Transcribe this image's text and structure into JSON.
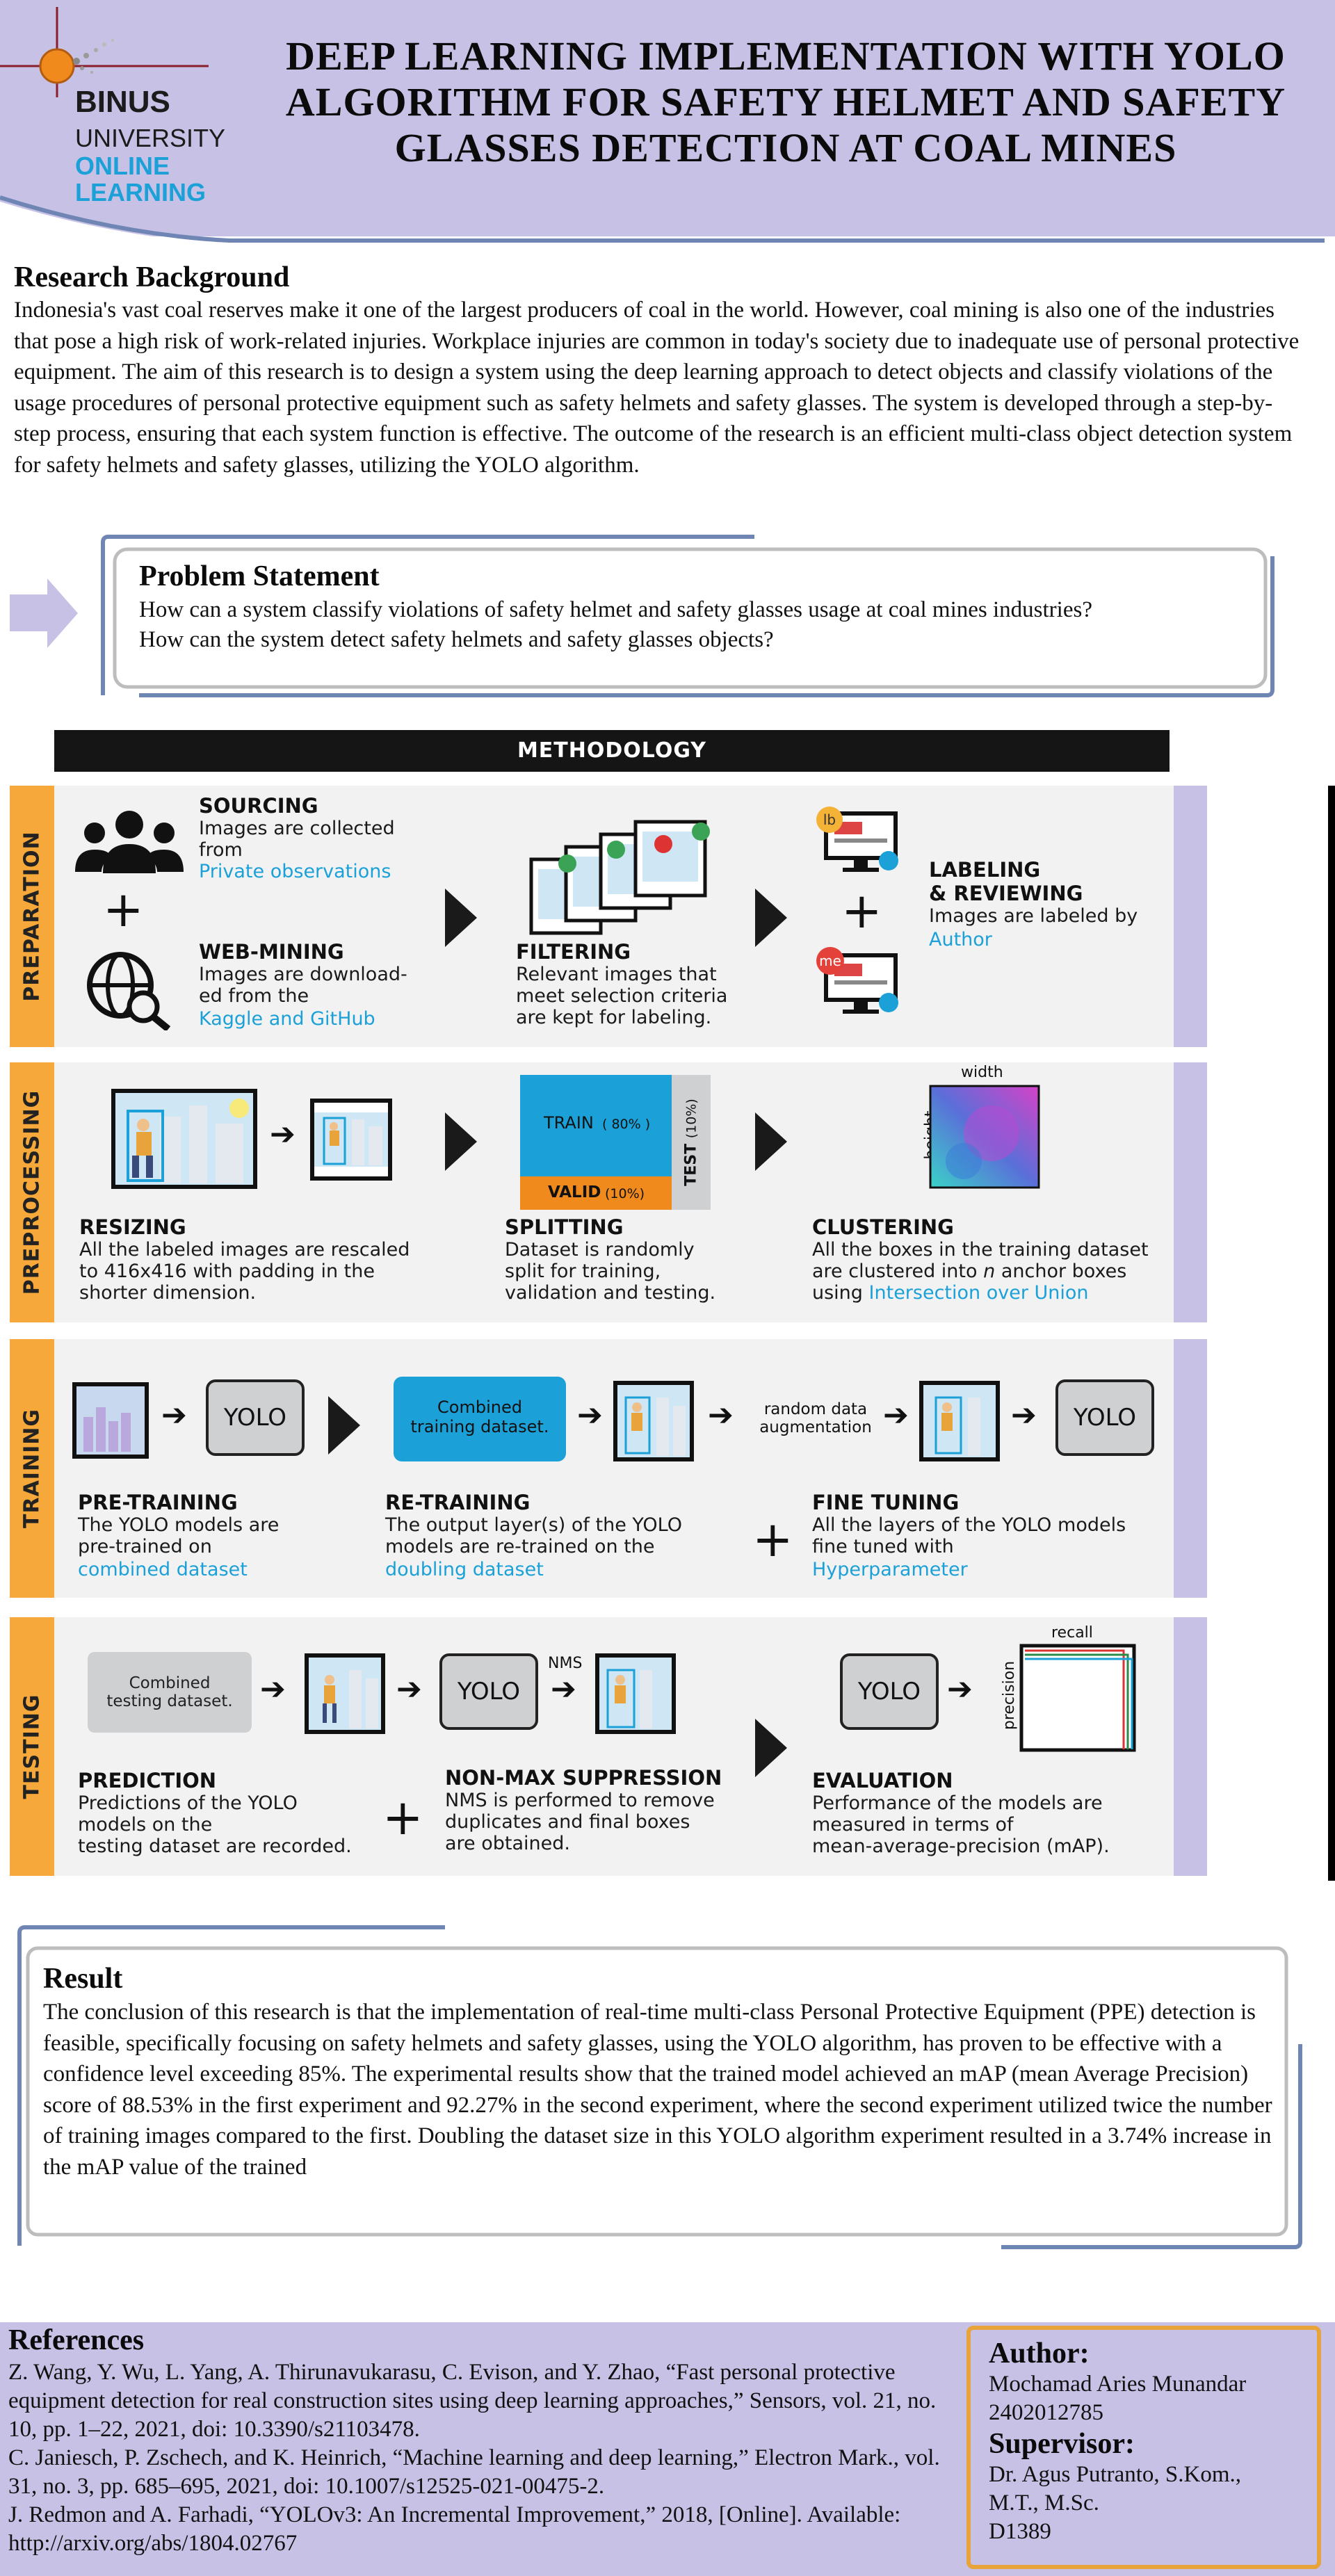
{
  "header": {
    "title_lines": [
      "DEEP LEARNING IMPLEMENTATION WITH YOLO",
      "ALGORITHM FOR SAFETY HELMET AND SAFETY",
      "GLASSES DETECTION AT COAL MINES"
    ],
    "logo": {
      "brand": "BINUS",
      "line2": "UNIVERSITY",
      "line3": "ONLINE",
      "line4": "LEARNING"
    }
  },
  "background": {
    "title": "Research Background",
    "text": "Indonesia's vast coal reserves make it one of the largest producers of coal in the world. However, coal mining is also one of the industries that pose a high risk of work-related injuries. Workplace injuries are common in today's society due to inadequate use of personal protective equipment. The aim of this research is to design a system using the deep learning approach to detect objects and classify violations of the usage procedures of personal protective equipment such as safety helmets and safety glasses. The system is developed through a step-by-step process, ensuring that each system function is effective. The outcome of the research is an efficient multi-class object detection system for safety helmets and safety glasses, utilizing the YOLO algorithm."
  },
  "problem": {
    "title": "Problem Statement",
    "lines": [
      "How can a system classify violations of safety helmet and safety glasses usage at coal mines industries?",
      "How can the system detect safety helmets and safety glasses objects?"
    ]
  },
  "methodology": {
    "heading": "METHODOLOGY",
    "preparation": {
      "tab": "PREPARATION",
      "sourcing_title": "SOURCING",
      "sourcing_desc1": "Images are collected",
      "sourcing_desc2": "from",
      "sourcing_link": "Private observations",
      "webmining_title": "WEB-MINING",
      "webmining_desc1": "Images are download-",
      "webmining_desc2": "ed from the",
      "webmining_link": "Kaggle and GitHub",
      "filtering_title": "FILTERING",
      "filtering_desc1": "Relevant images that",
      "filtering_desc2": "meet selection criteria",
      "filtering_desc3": "are kept for labeling.",
      "labeling_title1": "LABELING",
      "labeling_title2": "& REVIEWING",
      "labeling_desc": "Images are labeled by",
      "labeling_link": "Author",
      "badge_lb": "lb",
      "badge_me": "me"
    },
    "preprocessing": {
      "tab": "PREPROCESSING",
      "resizing_title": "RESIZING",
      "resizing_desc1": "All the labeled images are rescaled",
      "resizing_desc2": "to 416x416 with padding in the",
      "resizing_desc3": "shorter dimension.",
      "split_train": "TRAIN",
      "split_train_pct": "( 80% )",
      "split_valid": "VALID",
      "split_valid_pct": "(10%)",
      "split_test": "TEST",
      "split_test_pct": "(10%)",
      "splitting_title": "SPLITTING",
      "splitting_desc1": "Dataset is randomly",
      "splitting_desc2": "split for training,",
      "splitting_desc3": "validation and testing.",
      "cluster_width": "width",
      "cluster_height": "height",
      "clustering_title": "CLUSTERING",
      "clustering_desc1": "All the boxes in the training dataset",
      "clustering_desc2a": "are clustered into",
      "clustering_n": "n",
      "clustering_desc2b": "anchor boxes",
      "clustering_desc3": "using",
      "clustering_link": "Intersection over Union"
    },
    "training": {
      "tab": "TRAINING",
      "yolo": "YOLO",
      "combined1": "Combined",
      "combined2": "training dataset.",
      "augment1": "random data",
      "augment2": "augmentation",
      "pre_title": "PRE-TRAINING",
      "pre_desc1": "The YOLO models are",
      "pre_desc2": "pre-trained on",
      "pre_link": "combined dataset",
      "re_title": "RE-TRAINING",
      "re_desc1": "The output layer(s) of the YOLO",
      "re_desc2": "models are re-trained on the",
      "re_link": "doubling dataset",
      "fine_title": "FINE TUNING",
      "fine_desc1": "All the layers of the YOLO models",
      "fine_desc2": "fine tuned with",
      "fine_link": "Hyperparameter"
    },
    "testing": {
      "tab": "TESTING",
      "combined1": "Combined",
      "combined2": "testing dataset.",
      "yolo": "YOLO",
      "nms": "NMS",
      "recall": "recall",
      "precision": "precision",
      "pred_title": "PREDICTION",
      "pred_desc1": "Predictions of the YOLO",
      "pred_desc2": "models on the",
      "pred_desc3": "testing dataset are recorded.",
      "nms_title": "NON-MAX SUPPRESSION",
      "nms_desc1": "NMS is performed to remove",
      "nms_desc2": "duplicates and final boxes",
      "nms_desc3": "are obtained.",
      "eval_title": "EVALUATION",
      "eval_desc1": "Performance of the models are",
      "eval_desc2": "measured in terms of",
      "eval_desc3": "mean-average-precision (mAP)."
    }
  },
  "result": {
    "title": "Result",
    "text": "The conclusion of this research is that the implementation of real-time multi-class Personal Protective Equipment (PPE) detection is feasible, specifically focusing on safety helmets and safety glasses, using the YOLO algorithm, has proven to be effective with a confidence level exceeding 85%. The experimental results show that the trained model achieved an mAP (mean Average Precision) score of 88.53% in the first experiment and 92.27% in the second experiment, where the second experiment utilized twice the number of training images compared to the first. Doubling the dataset size in this YOLO algorithm experiment resulted in a 3.74% increase in the mAP value of the trained"
  },
  "references": {
    "title": "References",
    "items": [
      "Z. Wang, Y. Wu, L. Yang, A. Thirunavukarasu, C. Evison, and Y. Zhao, “Fast personal protective equipment detection for real construction sites using deep learning approaches,” Sensors, vol. 21, no. 10, pp. 1–22, 2021, doi: 10.3390/s21103478.",
      "C. Janiesch, P. Zschech, and K. Heinrich, “Machine learning and deep learning,” Electron Mark., vol. 31, no. 3, pp. 685–695, 2021, doi: 10.1007/s12525-021-00475-2.",
      "J. Redmon and A. Farhadi, “YOLOv3: An Incremental Improvement,” 2018, [Online]. Available: http://arxiv.org/abs/1804.02767"
    ]
  },
  "author": {
    "author_label": "Author:",
    "author_name": "Mochamad Aries Munandar",
    "author_id": "2402012785",
    "supervisor_label": "Supervisor:",
    "supervisor_name1": "Dr. Agus Putranto, S.Kom.,",
    "supervisor_name2": "M.T., M.Sc.",
    "supervisor_id": "D1389"
  },
  "colors": {
    "header_bg": "#c7c1e6",
    "stage_tab": "#f6a93a",
    "highlight_text": "#1ba1d8",
    "frame_blue": "#6f86b5",
    "author_border": "#e8a33a"
  }
}
